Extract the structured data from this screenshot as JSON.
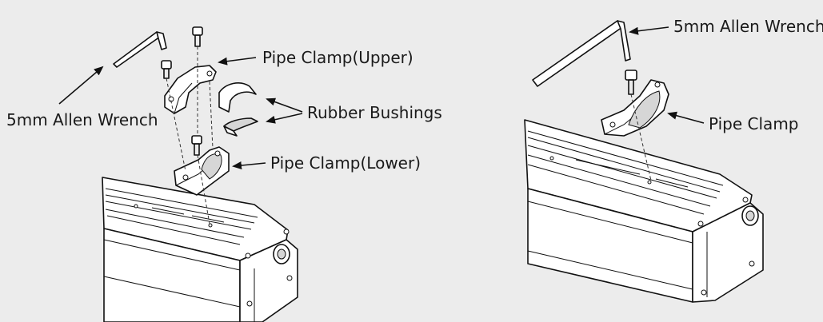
{
  "left_panel": {
    "labels": {
      "allen_wrench": "5mm Allen Wrench",
      "pipe_clamp_upper": "Pipe Clamp(Upper)",
      "rubber_bushings": "Rubber Bushings",
      "pipe_clamp_lower": "Pipe Clamp(Lower)"
    }
  },
  "right_panel": {
    "labels": {
      "allen_wrench": "5mm Allen Wrench",
      "pipe_clamp": "Pipe Clamp"
    }
  },
  "colors": {
    "background": "#ececec",
    "line": "#111111",
    "fill": "#ffffff"
  }
}
